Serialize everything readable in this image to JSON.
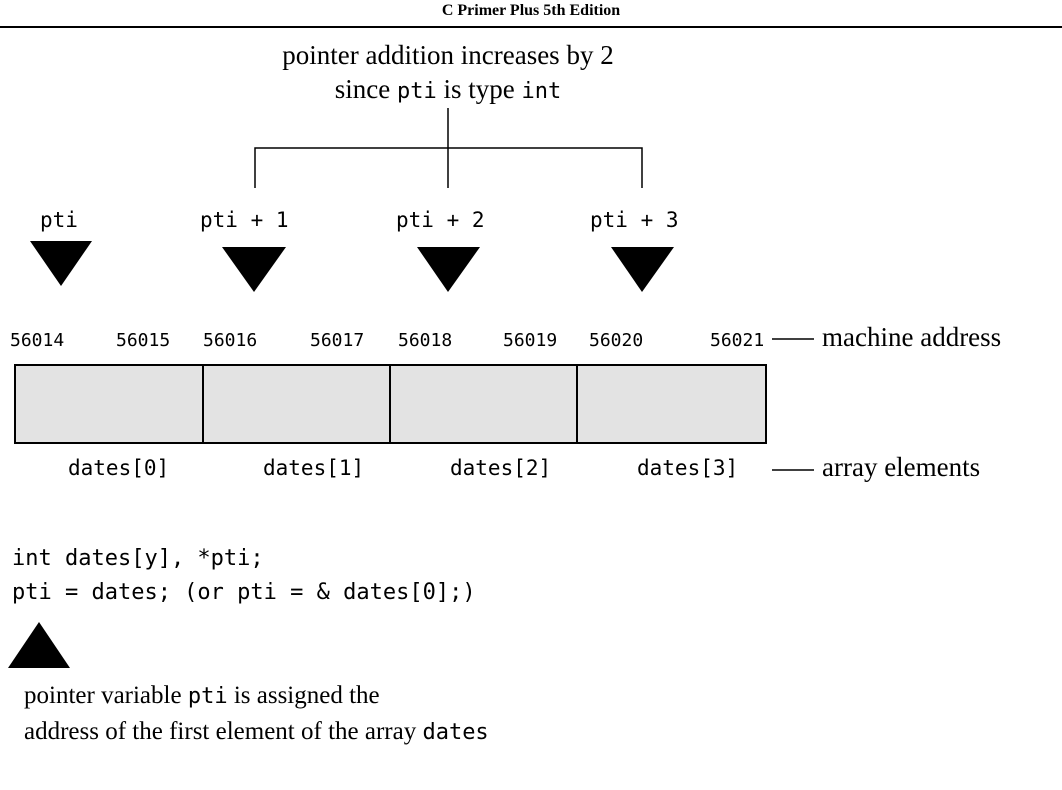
{
  "header": {
    "book_title": "C Primer Plus 5th Edition"
  },
  "top_note": {
    "line1": "pointer addition increases by 2",
    "line2_prefix": "since ",
    "line2_code": "pti",
    "line2_middle": " is type ",
    "line2_type": "int"
  },
  "pointers": [
    "pti",
    "pti + 1",
    "pti + 2",
    "pti + 3"
  ],
  "addresses": [
    "56014",
    "56015",
    "56016",
    "56017",
    "56018",
    "56019",
    "56020",
    "56021"
  ],
  "address_legend": "machine address",
  "elements": [
    "dates[0]",
    "dates[1]",
    "dates[2]",
    "dates[3]"
  ],
  "element_legend": "array elements",
  "code": {
    "line1": "int dates[y], *pti;",
    "line2": "pti = dates; (or pti = & dates[0];)"
  },
  "bottom_note": {
    "line1_prefix": "pointer variable ",
    "line1_code": "pti",
    "line1_suffix": " is assigned the",
    "line2_prefix": "address of the first element of the array ",
    "line2_code": "dates"
  },
  "colors": {
    "cell_fill": "#e3e3e3",
    "ink": "#000000"
  }
}
